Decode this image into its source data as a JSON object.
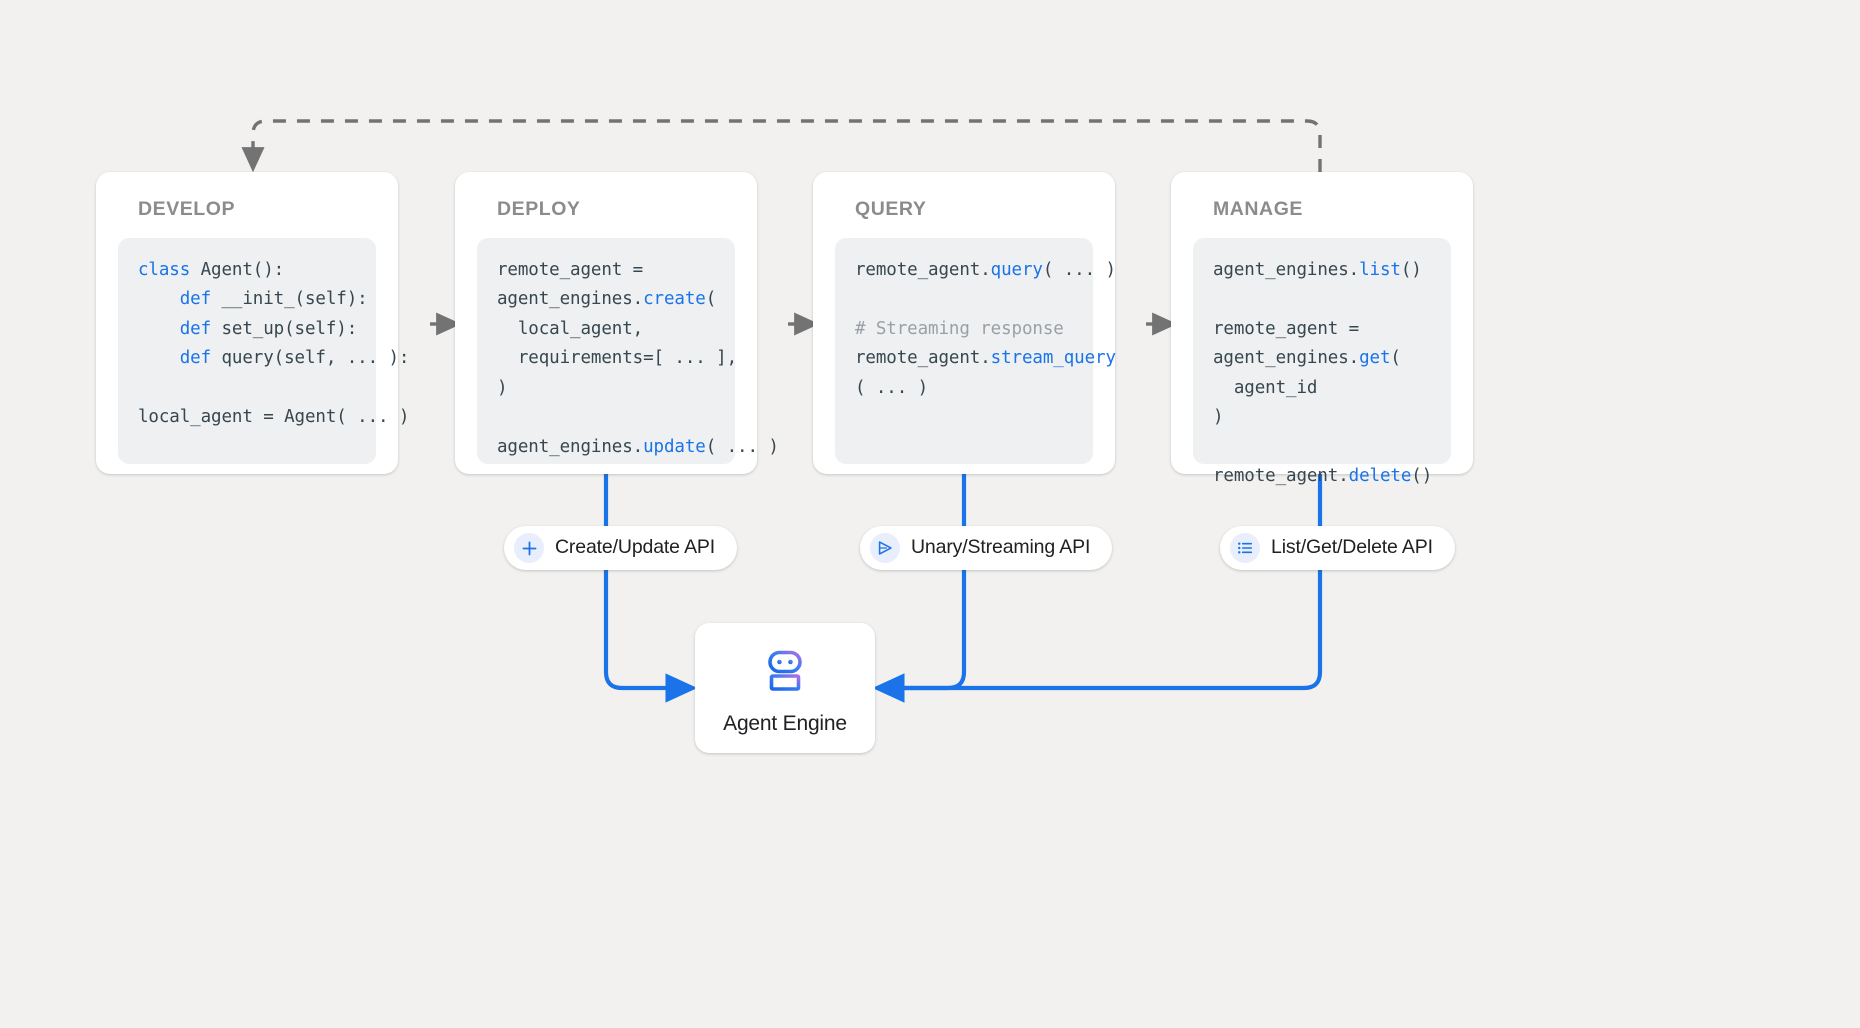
{
  "canvas": {
    "background_color": "#f2f1ef",
    "accent_blue": "#1a73e8",
    "code_keyword_color": "#1a73e8",
    "code_text_color": "#37474f",
    "code_comment_color": "#9aa0a6",
    "stage_title_color": "#8c8c8c",
    "dashed_arrow_color": "#737373"
  },
  "stages": [
    {
      "id": "develop",
      "title": "DEVELOP",
      "code_lines": [
        {
          "segments": [
            {
              "t": "class ",
              "c": "kw"
            },
            {
              "t": "Agent():",
              "c": ""
            }
          ]
        },
        {
          "segments": [
            {
              "t": "    ",
              "c": ""
            },
            {
              "t": "def ",
              "c": "kw"
            },
            {
              "t": "__init_(self):",
              "c": ""
            }
          ]
        },
        {
          "segments": [
            {
              "t": "    ",
              "c": ""
            },
            {
              "t": "def ",
              "c": "kw"
            },
            {
              "t": "set_up(self):",
              "c": ""
            }
          ]
        },
        {
          "segments": [
            {
              "t": "    ",
              "c": ""
            },
            {
              "t": "def ",
              "c": "kw"
            },
            {
              "t": "query(self, ... ):",
              "c": ""
            }
          ]
        },
        {
          "segments": [
            {
              "t": "",
              "c": ""
            }
          ]
        },
        {
          "segments": [
            {
              "t": "local_agent = Agent( ... )",
              "c": ""
            }
          ]
        }
      ]
    },
    {
      "id": "deploy",
      "title": "DEPLOY",
      "code_lines": [
        {
          "segments": [
            {
              "t": "remote_agent =",
              "c": ""
            }
          ]
        },
        {
          "segments": [
            {
              "t": "agent_engines.",
              "c": ""
            },
            {
              "t": "create",
              "c": "fn"
            },
            {
              "t": "(",
              "c": ""
            }
          ]
        },
        {
          "segments": [
            {
              "t": "  local_agent,",
              "c": ""
            }
          ]
        },
        {
          "segments": [
            {
              "t": "  requirements=[ ... ],",
              "c": ""
            }
          ]
        },
        {
          "segments": [
            {
              "t": ")",
              "c": ""
            }
          ]
        },
        {
          "segments": [
            {
              "t": "",
              "c": ""
            }
          ]
        },
        {
          "segments": [
            {
              "t": "agent_engines.",
              "c": ""
            },
            {
              "t": "update",
              "c": "fn"
            },
            {
              "t": "( ... )",
              "c": ""
            }
          ]
        }
      ]
    },
    {
      "id": "query",
      "title": "QUERY",
      "code_lines": [
        {
          "segments": [
            {
              "t": "remote_agent.",
              "c": ""
            },
            {
              "t": "query",
              "c": "fn"
            },
            {
              "t": "( ... )",
              "c": ""
            }
          ]
        },
        {
          "segments": [
            {
              "t": "",
              "c": ""
            }
          ]
        },
        {
          "segments": [
            {
              "t": "# Streaming response",
              "c": "cmt"
            }
          ]
        },
        {
          "segments": [
            {
              "t": "remote_agent.",
              "c": ""
            },
            {
              "t": "stream_query",
              "c": "fn"
            }
          ]
        },
        {
          "segments": [
            {
              "t": "( ... )",
              "c": ""
            }
          ]
        }
      ]
    },
    {
      "id": "manage",
      "title": "MANAGE",
      "code_lines": [
        {
          "segments": [
            {
              "t": "agent_engines.",
              "c": ""
            },
            {
              "t": "list",
              "c": "fn"
            },
            {
              "t": "()",
              "c": ""
            }
          ]
        },
        {
          "segments": [
            {
              "t": "",
              "c": ""
            }
          ]
        },
        {
          "segments": [
            {
              "t": "remote_agent =",
              "c": ""
            }
          ]
        },
        {
          "segments": [
            {
              "t": "agent_engines.",
              "c": ""
            },
            {
              "t": "get",
              "c": "fn"
            },
            {
              "t": "(",
              "c": ""
            }
          ]
        },
        {
          "segments": [
            {
              "t": "  agent_id",
              "c": ""
            }
          ]
        },
        {
          "segments": [
            {
              "t": ")",
              "c": ""
            }
          ]
        },
        {
          "segments": [
            {
              "t": "",
              "c": ""
            }
          ]
        },
        {
          "segments": [
            {
              "t": "remote_agent.",
              "c": ""
            },
            {
              "t": "delete",
              "c": "fn"
            },
            {
              "t": "()",
              "c": ""
            }
          ]
        }
      ]
    }
  ],
  "api_pills": [
    {
      "id": "create-update",
      "label": "Create/Update API",
      "icon": "plus-icon"
    },
    {
      "id": "unary-streaming",
      "label": "Unary/Streaming API",
      "icon": "send-triangle-icon"
    },
    {
      "id": "list-get-delete",
      "label": "List/Get/Delete API",
      "icon": "list-icon"
    }
  ],
  "agent_engine": {
    "label": "Agent Engine",
    "icon": "robot-icon",
    "icon_gradient_from": "#1a73e8",
    "icon_gradient_to": "#b06ce8"
  }
}
